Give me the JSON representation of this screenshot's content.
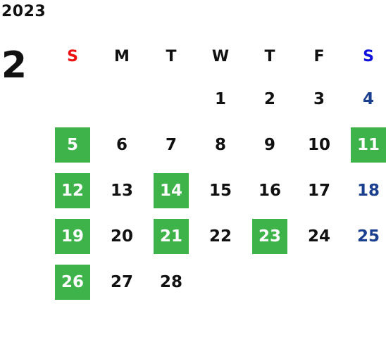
{
  "calendar": {
    "year": "2023",
    "month": "2",
    "weekdays": [
      "S",
      "M",
      "T",
      "W",
      "T",
      "F",
      "S"
    ],
    "weeks": [
      [
        "",
        "",
        "",
        "1",
        "2",
        "3",
        "4"
      ],
      [
        "5",
        "6",
        "7",
        "8",
        "9",
        "10",
        "11"
      ],
      [
        "12",
        "13",
        "14",
        "15",
        "16",
        "17",
        "18"
      ],
      [
        "19",
        "20",
        "21",
        "22",
        "23",
        "24",
        "25"
      ],
      [
        "26",
        "27",
        "28",
        "",
        "",
        "",
        ""
      ]
    ],
    "highlighted_days": [
      "5",
      "11",
      "12",
      "14",
      "19",
      "21",
      "23",
      "26"
    ]
  },
  "colors": {
    "highlight": "#3db34a",
    "sunday_header": "#ee1111",
    "saturday_header": "#1111dd",
    "saturday_date": "#1a3f8f",
    "text": "#111111"
  }
}
